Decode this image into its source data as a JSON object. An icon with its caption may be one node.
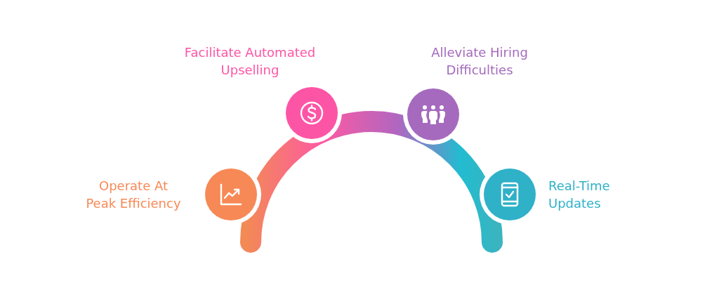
{
  "diagram": {
    "nodes": [
      {
        "text": [
          "Operate At Peak Efficiency"
        ]
      },
      {
        "text": [
          "Facilitate Automated Upselling"
        ]
      },
      {
        "text": [
          "Alleviate Hiring Difficulties"
        ]
      },
      {
        "text": [
          "Real-Time Updates"
        ]
      }
    ]
  }
}
